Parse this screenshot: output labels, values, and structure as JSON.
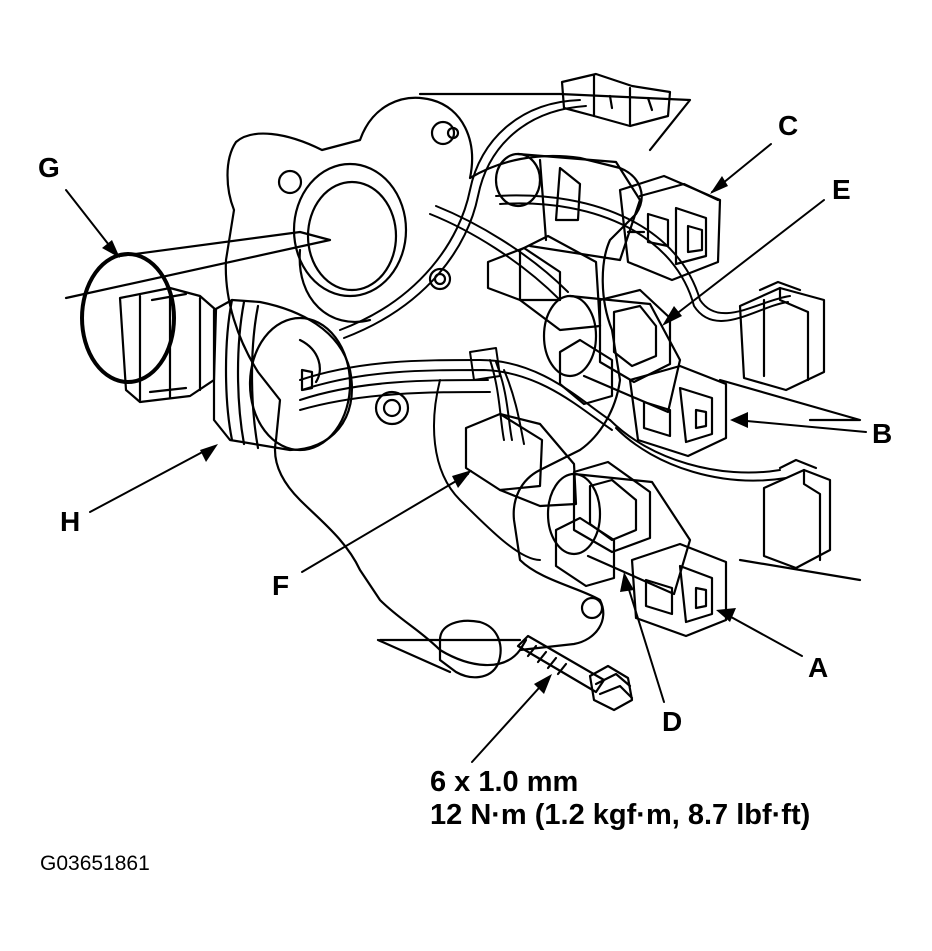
{
  "callouts": {
    "a": "A",
    "b": "B",
    "c": "C",
    "d": "D",
    "e": "E",
    "f": "F",
    "g": "G",
    "h": "H"
  },
  "bolt_spec": {
    "size": "6 x 1.0 mm",
    "torque": "12 N·m (1.2 kgf·m, 8.7 lbf·ft)"
  },
  "figure_id": "G03651861",
  "colors": {
    "line": "#000000",
    "fill": "#ffffff"
  }
}
